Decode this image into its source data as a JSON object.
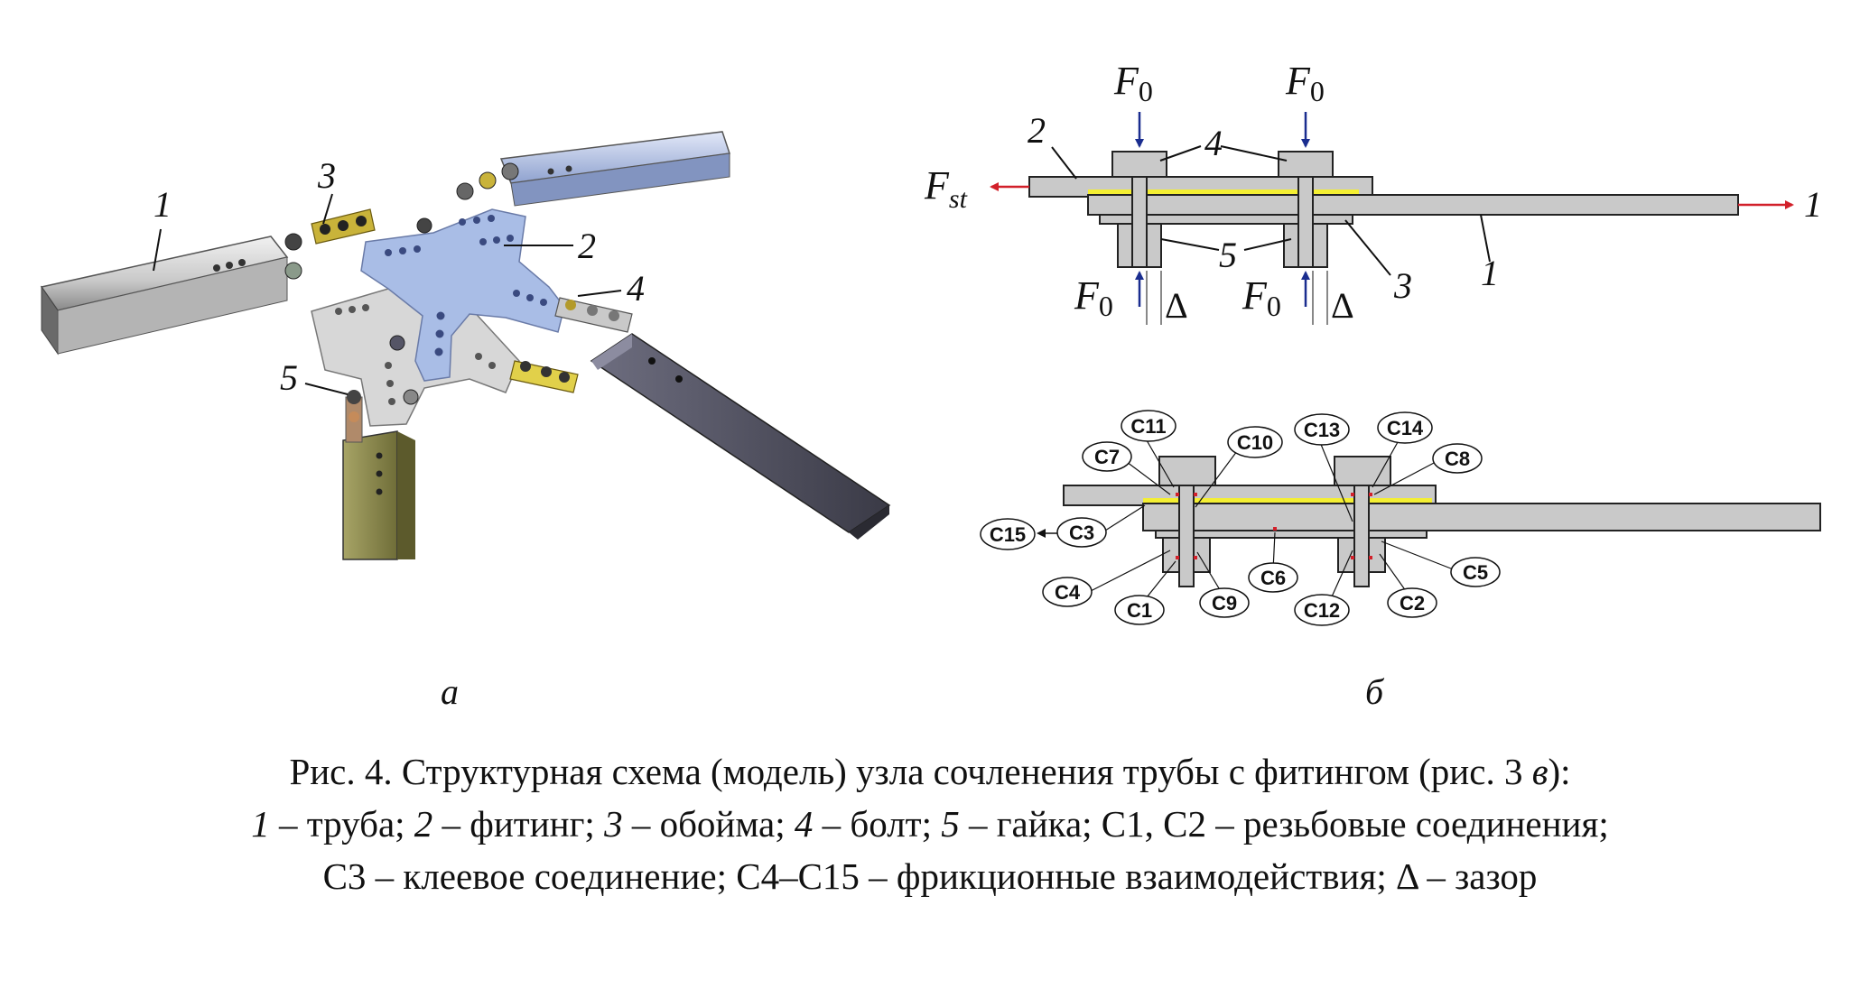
{
  "panel_a": {
    "label": "а",
    "parts": [
      "1",
      "2",
      "3",
      "4",
      "5"
    ]
  },
  "panel_b_top": {
    "force_top_left": "F",
    "force_top_left_sub": "0",
    "force_top_right": "F",
    "force_top_right_sub": "0",
    "force_bottom_left": "F",
    "force_bottom_left_sub": "0",
    "force_bottom_right": "F",
    "force_bottom_right_sub": "0",
    "fst_main": "F",
    "fst_sub": "st",
    "right_force": "1",
    "gap_left": "Δ",
    "gap_right": "Δ",
    "part_2": "2",
    "part_4": "4",
    "part_5": "5",
    "part_3": "3",
    "part_1": "1"
  },
  "panel_b_bottom": {
    "nodes": [
      "C11",
      "C7",
      "C10",
      "C13",
      "C14",
      "C8",
      "C15",
      "C3",
      "C4",
      "C1",
      "C9",
      "C6",
      "C12",
      "C2",
      "C5"
    ]
  },
  "panel_b": {
    "label": "б"
  },
  "caption": {
    "line1_a": "Рис. 4. Структурная схема (модель) узла сочленения трубы с фитингом (рис. 3 ",
    "line1_it": "в",
    "line1_b": "):",
    "line2_n1": "1",
    "line2_t1": " – труба; ",
    "line2_n2": "2",
    "line2_t2": " – фитинг; ",
    "line2_n3": "3",
    "line2_t3": " – обойма; ",
    "line2_n4": "4",
    "line2_t4": " – болт; ",
    "line2_n5": "5",
    "line2_t5": " – гайка; С1, С2 – резьбовые соединения;",
    "line3": "С3 – клеевое соединение; С4–С15 – фрикционные взаимодействия; Δ – зазор"
  },
  "colors": {
    "steel": "#c9c9c9",
    "fitting_blue": "#a9bde6",
    "adhesive": "#f4ef33",
    "force_blue": "#1a2d8f",
    "force_red": "#d2202a",
    "dark_tube": "#4a4a58",
    "olive_tube": "#8c8a4a"
  }
}
